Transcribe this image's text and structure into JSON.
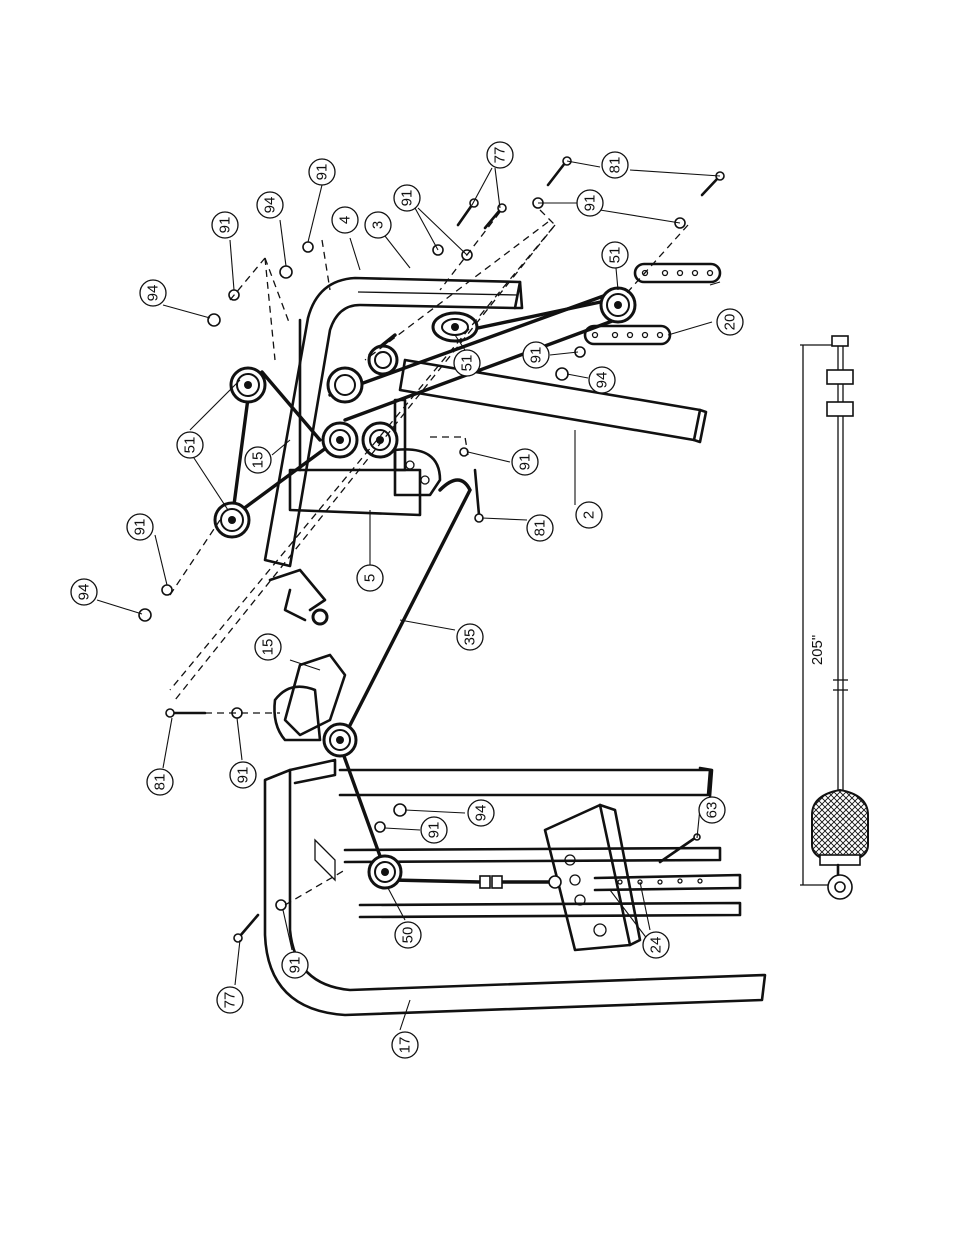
{
  "callouts": [
    {
      "id": "c-77-top",
      "label": "77"
    },
    {
      "id": "c-81-top",
      "label": "81"
    },
    {
      "id": "c-91-top-right",
      "label": "91"
    },
    {
      "id": "c-91-top-mid",
      "label": "91"
    },
    {
      "id": "c-4",
      "label": "4"
    },
    {
      "id": "c-3",
      "label": "3"
    },
    {
      "id": "c-94-top",
      "label": "94"
    },
    {
      "id": "c-91-top-left",
      "label": "91"
    },
    {
      "id": "c-91-top-left2",
      "label": "91"
    },
    {
      "id": "c-94-left",
      "label": "94"
    },
    {
      "id": "c-51-right",
      "label": "51"
    },
    {
      "id": "c-20",
      "label": "20"
    },
    {
      "id": "c-91-right-mid",
      "label": "91"
    },
    {
      "id": "c-94-right-mid",
      "label": "94"
    },
    {
      "id": "c-51-center",
      "label": "51"
    },
    {
      "id": "c-51-left",
      "label": "51"
    },
    {
      "id": "c-15-top",
      "label": "15"
    },
    {
      "id": "c-2",
      "label": "2"
    },
    {
      "id": "c-91-center",
      "label": "91"
    },
    {
      "id": "c-81-center",
      "label": "81"
    },
    {
      "id": "c-5",
      "label": "5"
    },
    {
      "id": "c-91-left-mid",
      "label": "91"
    },
    {
      "id": "c-94-left-mid",
      "label": "94"
    },
    {
      "id": "c-15-mid",
      "label": "15"
    },
    {
      "id": "c-35",
      "label": "35"
    },
    {
      "id": "c-81-left",
      "label": "81"
    },
    {
      "id": "c-91-left-low",
      "label": "91"
    },
    {
      "id": "c-94-low",
      "label": "94"
    },
    {
      "id": "c-91-low",
      "label": "91"
    },
    {
      "id": "c-63",
      "label": "63"
    },
    {
      "id": "c-50",
      "label": "50"
    },
    {
      "id": "c-24",
      "label": "24"
    },
    {
      "id": "c-91-bottom",
      "label": "91"
    },
    {
      "id": "c-77-bottom",
      "label": "77"
    },
    {
      "id": "c-17",
      "label": "17"
    }
  ],
  "cable_length_label": "205\""
}
